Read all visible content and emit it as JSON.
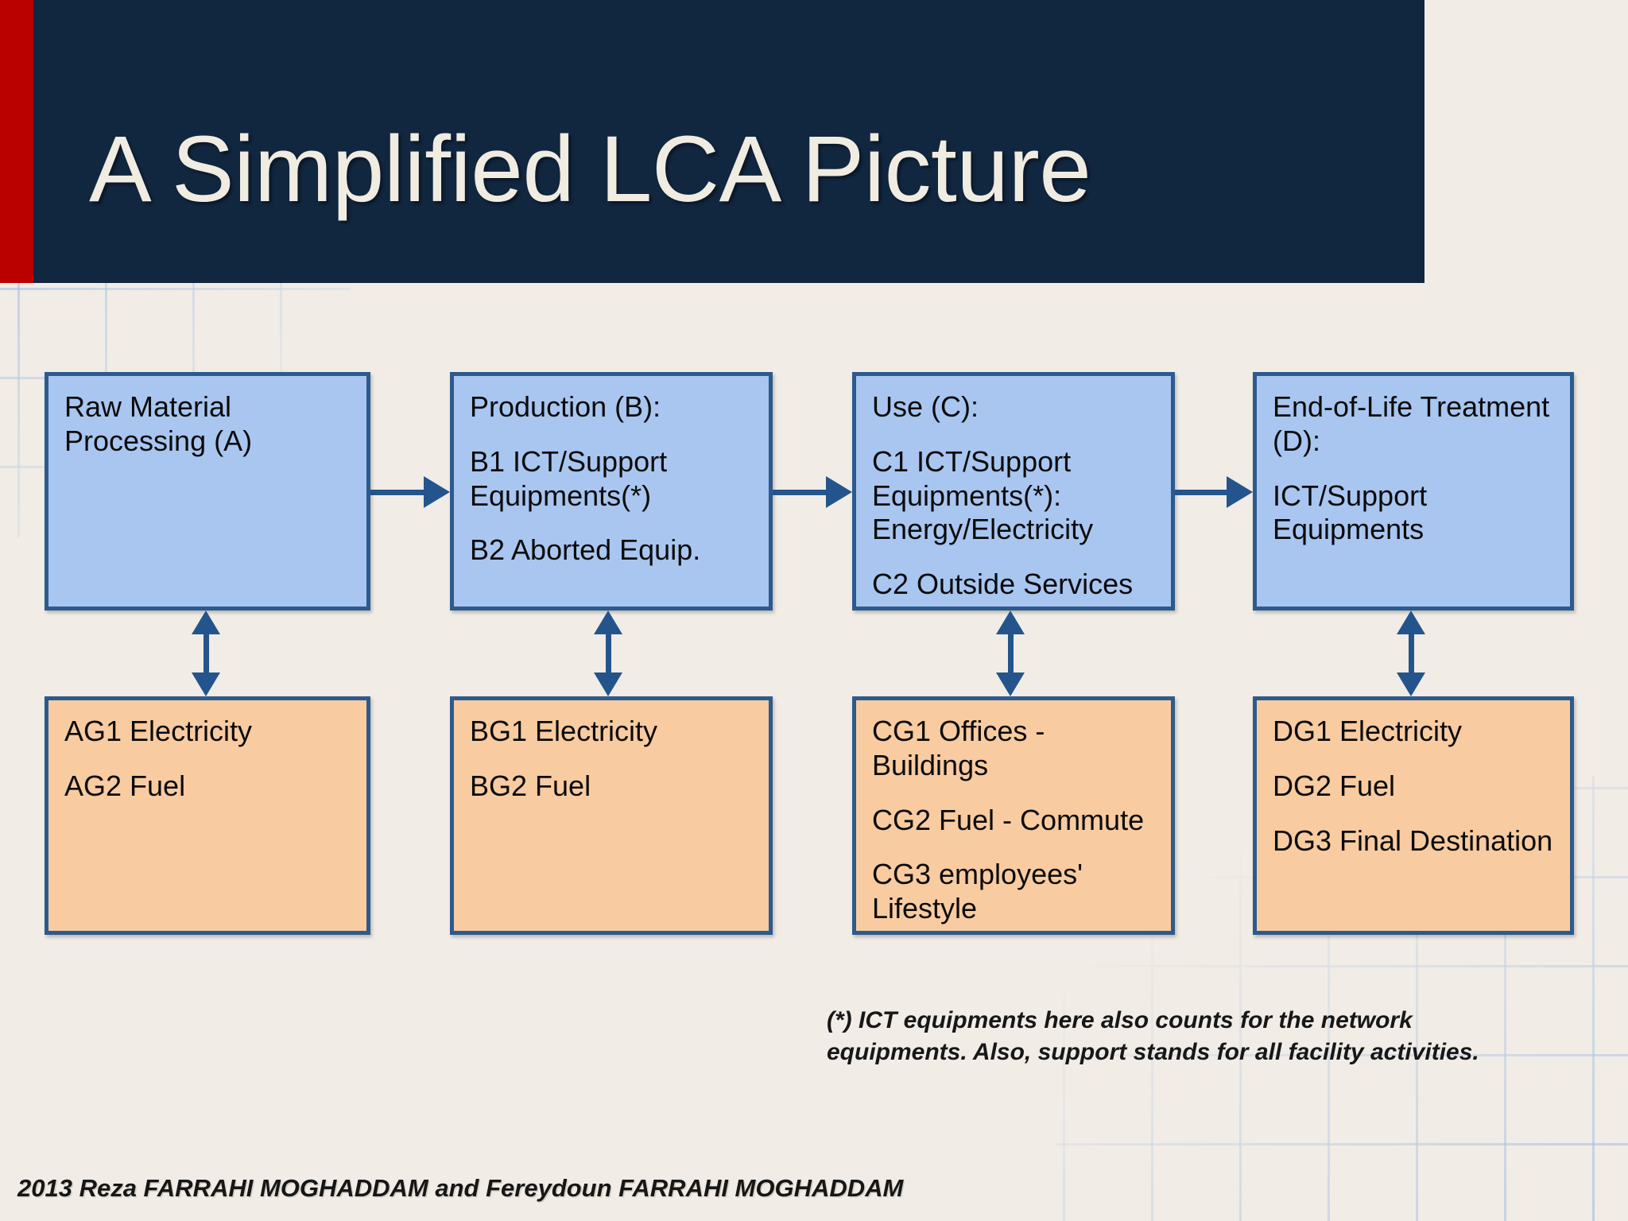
{
  "slide": {
    "title": "A Simplified LCA Picture",
    "background_color": "#f1ece6",
    "header_color": "#11263f",
    "accent_color": "#bb0000",
    "stage_box_color": "#a8c6f0",
    "resource_box_color": "#f8cba0",
    "connector_color": "#23558c"
  },
  "diagram": {
    "stages": [
      {
        "id": "A",
        "lines": [
          "Raw Material",
          "Processing (A)"
        ]
      },
      {
        "id": "B",
        "lines": [
          "Production (B):",
          "",
          "B1 ICT/Support",
          "Equipments(*)",
          "",
          "B2 Aborted Equip."
        ]
      },
      {
        "id": "C",
        "lines": [
          "Use (C):",
          "",
          "C1 ICT/Support",
          "Equipments(*):",
          "Energy/Electricity",
          "",
          "C2 Outside Services"
        ]
      },
      {
        "id": "D",
        "lines": [
          "End-of-Life Treatment",
          "(D):",
          "",
          "ICT/Support",
          "Equipments"
        ]
      }
    ],
    "resources": [
      {
        "id": "AG",
        "lines": [
          "AG1 Electricity",
          "",
          "AG2 Fuel"
        ]
      },
      {
        "id": "BG",
        "lines": [
          "BG1 Electricity",
          "",
          "BG2 Fuel"
        ]
      },
      {
        "id": "CG",
        "lines": [
          "CG1 Offices - Buildings",
          "",
          "CG2 Fuel - Commute",
          "",
          "CG3 employees'",
          "Lifestyle"
        ]
      },
      {
        "id": "DG",
        "lines": [
          "DG1 Electricity",
          "",
          "DG2 Fuel",
          "",
          "DG3 Final Destination"
        ]
      }
    ],
    "connectors": {
      "horizontal": [
        "A-to-B",
        "B-to-C",
        "C-to-D"
      ],
      "vertical": [
        "A-to-AG",
        "B-to-BG",
        "C-to-CG",
        "D-to-DG"
      ]
    }
  },
  "footnote": {
    "text": "(*) ICT equipments here also counts for the network equipments. Also, support stands for all facility activities."
  },
  "credit": {
    "text": "2013 Reza FARRAHI MOGHADDAM and Fereydoun FARRAHI MOGHADDAM"
  }
}
